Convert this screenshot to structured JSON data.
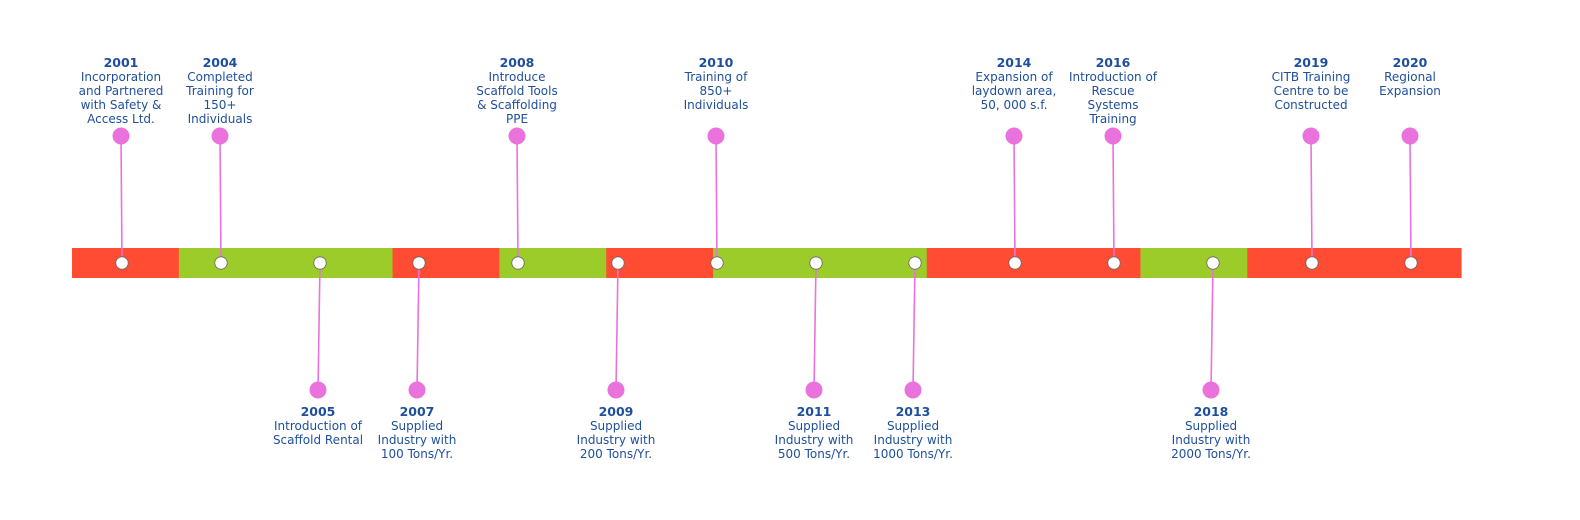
{
  "colors": {
    "red": "#ff4c33",
    "green": "#9ccc29",
    "connector": "#ea72dc",
    "dot_fill": "#ffffff",
    "dot_stroke": "#666666",
    "text": "#1f4f9c"
  },
  "segments": [
    {
      "color": "red"
    },
    {
      "color": "green"
    },
    {
      "color": "green"
    },
    {
      "color": "red"
    },
    {
      "color": "green"
    },
    {
      "color": "red"
    },
    {
      "color": "green"
    },
    {
      "color": "green"
    },
    {
      "color": "red"
    },
    {
      "color": "red"
    },
    {
      "color": "green"
    },
    {
      "color": "red"
    },
    {
      "color": "red"
    }
  ],
  "milestones": [
    {
      "year": "2001",
      "side": "top",
      "text": "Incorporation\nand Partnered\nwith Safety &\nAccess Ltd."
    },
    {
      "year": "2004",
      "side": "top",
      "text": "Completed\nTraining for\n150+\nIndividuals"
    },
    {
      "year": "2005",
      "side": "bottom",
      "text": "Introduction of\nScaffold Rental"
    },
    {
      "year": "2007",
      "side": "bottom",
      "text": "Supplied\nIndustry with\n100 Tons/Yr."
    },
    {
      "year": "2008",
      "side": "top",
      "text": "Introduce\nScaffold Tools\n& Scaffolding\nPPE"
    },
    {
      "year": "2009",
      "side": "bottom",
      "text": "Supplied\nIndustry with\n200 Tons/Yr."
    },
    {
      "year": "2010",
      "side": "top",
      "text": "Training of\n850+\nIndividuals"
    },
    {
      "year": "2011",
      "side": "bottom",
      "text": "Supplied\nIndustry with\n500 Tons/Yr."
    },
    {
      "year": "2013",
      "side": "bottom",
      "text": "Supplied\nIndustry with\n1000 Tons/Yr."
    },
    {
      "year": "2014",
      "side": "top",
      "text": "Expansion of\nlaydown area,\n50, 000 s.f."
    },
    {
      "year": "2016",
      "side": "top",
      "text": "Introduction of\nRescue\nSystems\nTraining"
    },
    {
      "year": "2018",
      "side": "bottom",
      "text": "Supplied\nIndustry with\n2000 Tons/Yr."
    },
    {
      "year": "2019",
      "side": "top",
      "text": "CITB Training\nCentre to be\nConstructed"
    },
    {
      "year": "2020",
      "side": "top",
      "text": "Regional\nExpansion"
    }
  ]
}
